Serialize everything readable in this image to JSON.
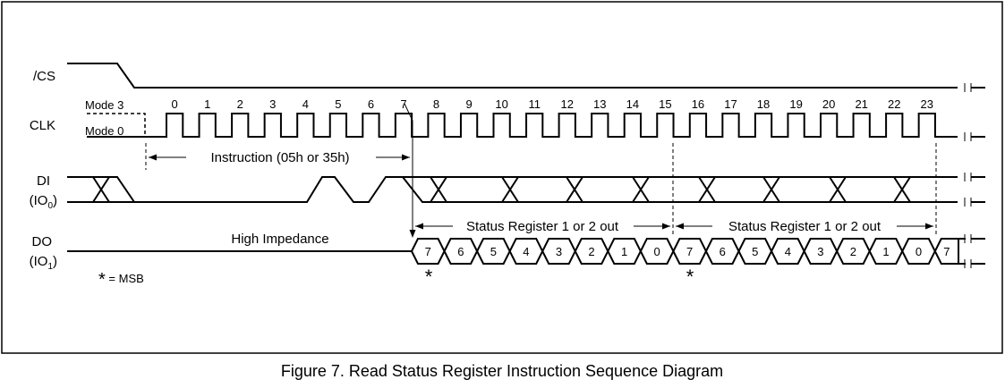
{
  "signals": {
    "cs": "/CS",
    "clk": "CLK",
    "di": "DI",
    "di_sub": "(IO",
    "di_sub_index": "0",
    "do": "DO",
    "do_sub": "(IO",
    "do_sub_index": "1",
    "paren_close": ")"
  },
  "modes": {
    "mode3": "Mode 3",
    "mode0": "Mode 0"
  },
  "clock_numbers": [
    "0",
    "1",
    "2",
    "3",
    "4",
    "5",
    "6",
    "7",
    "8",
    "9",
    "10",
    "11",
    "12",
    "13",
    "14",
    "15",
    "16",
    "17",
    "18",
    "19",
    "20",
    "21",
    "22",
    "23"
  ],
  "annotations": {
    "instruction": "Instruction (05h or 35h)",
    "status_out_1": "Status Register 1 or 2 out",
    "status_out_2": "Status Register 1 or 2 out",
    "high_impedance": "High Impedance",
    "msb_star": "*",
    "msb_legend_star": "*",
    "msb_legend_text": " = MSB"
  },
  "do_bits": [
    "7",
    "6",
    "5",
    "4",
    "3",
    "2",
    "1",
    "0",
    "7",
    "6",
    "5",
    "4",
    "3",
    "2",
    "1",
    "0",
    "7"
  ],
  "caption": "Figure 7. Read Status Register Instruction Sequence Diagram"
}
